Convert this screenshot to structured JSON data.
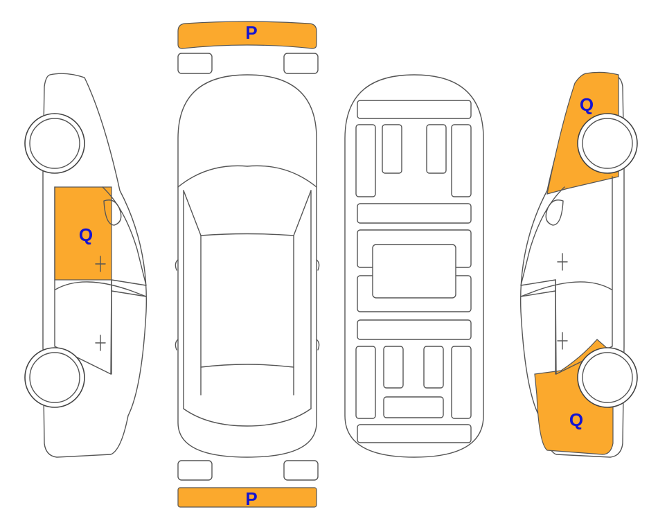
{
  "palette": {
    "damage": "#FBA92D",
    "code": "#1414D2",
    "line": "#555555"
  },
  "markers": {
    "front_bumper": "P",
    "rear_bumper": "P",
    "left_door": "Q",
    "right_front": "Q",
    "right_rear": "Q"
  }
}
